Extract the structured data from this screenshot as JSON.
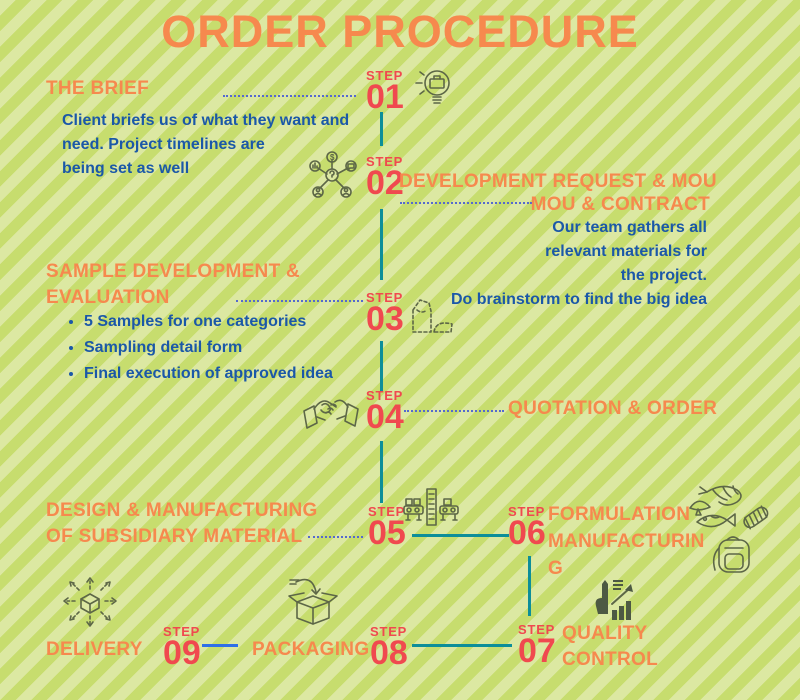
{
  "title": "ORDER PROCEDURE",
  "colors": {
    "orange": "#f6894e",
    "red": "#f0494f",
    "blue_text": "#1b58a8",
    "teal_line": "#0d8e99",
    "blue_line": "#2e6fe8",
    "dotted_line": "#5569cf",
    "stripe_light": "#dce8a2",
    "stripe_dark": "#c7dd6e",
    "icon_stroke": "#5d6747"
  },
  "steps": [
    {
      "step_label": "STEP",
      "number": "01",
      "title": "THE BRIEF",
      "description_lines": [
        "Client briefs us of what they want and",
        "need. Project timelines are",
        "being set as well"
      ],
      "icon": "lightbulb-briefcase-icon"
    },
    {
      "step_label": "STEP",
      "number": "02",
      "title": "DEVELOPMENT REQUEST & MOU",
      "subtitle": "MOU & CONTRACT",
      "description_lines": [
        "Our team gathers all",
        "relevant materials for",
        "the project.",
        "Do brainstorm to find the big idea"
      ],
      "icon": "brainstorm-network-icon"
    },
    {
      "step_label": "STEP",
      "number": "03",
      "title_lines": [
        "SAMPLE DEVELOPMENT &",
        "EVALUATION"
      ],
      "bullets": [
        "5 Samples for one categories",
        "Sampling detail form",
        "Final execution of approved idea"
      ],
      "icon": "sewing-pattern-icon"
    },
    {
      "step_label": "STEP",
      "number": "04",
      "title": "QUOTATION & ORDER",
      "icon": "handshake-icon"
    },
    {
      "step_label": "STEP",
      "number": "05",
      "title_lines": [
        "DESIGN & MANUFACTURING",
        "OF SUBSIDIARY MATERIAL"
      ],
      "icon": "production-machine-icon"
    },
    {
      "step_label": "STEP",
      "number": "06",
      "title_lines": [
        "FORMULATION",
        "MANUFACTURIN",
        "G"
      ],
      "icon": "food-ingredients-icon"
    },
    {
      "step_label": "STEP",
      "number": "07",
      "title_lines": [
        "QUALITY",
        "CONTROL"
      ],
      "icon": "quality-analytics-icon"
    },
    {
      "step_label": "STEP",
      "number": "08",
      "title": "PACKAGING",
      "icon": "open-box-icon"
    },
    {
      "step_label": "STEP",
      "number": "09",
      "title": "DELIVERY",
      "icon": "distribution-arrows-icon"
    }
  ]
}
